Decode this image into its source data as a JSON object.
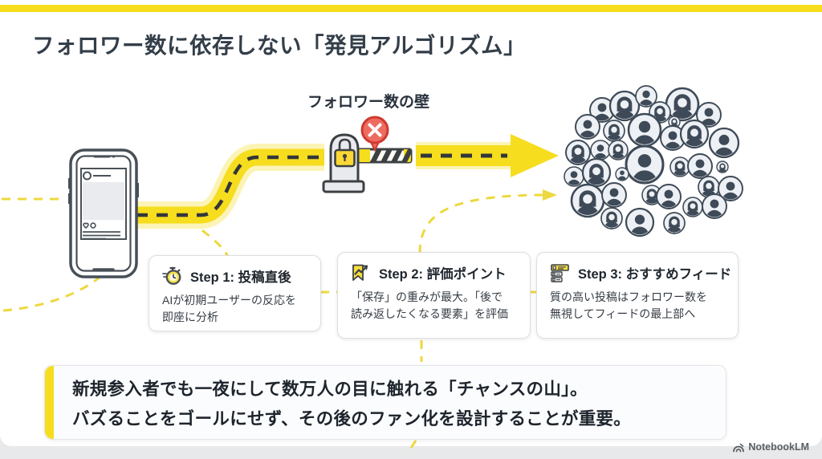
{
  "page": {
    "title": "フォロワー数に依存しない「発見アルゴリズム」",
    "accent_color": "#f6dd1e",
    "ink_color": "#333e49"
  },
  "diagram": {
    "wall_label": "フォロワー数の壁",
    "icons": {
      "phone": "smartphone-post-icon",
      "gate": "barrier-gate-icon",
      "lock": "padlock-icon",
      "blocked": "blocked-x-badge-icon",
      "road": "dashed-road-icon",
      "arrow": "big-arrow-icon",
      "crowd": "audience-crowd-icon"
    }
  },
  "steps": [
    {
      "icon": "stopwatch-icon",
      "title": "Step 1: 投稿直後",
      "body1": "AIが初期ユーザーの反応を",
      "body2": "即座に分析"
    },
    {
      "icon": "bookmark-trend-icon",
      "title": "Step 2: 評価ポイント",
      "body1": "「保存」の重みが最大。「後で",
      "body2": "読み返したくなる要素」を評価"
    },
    {
      "icon": "feed-list-icon",
      "title": "Step 3: おすすめフィード",
      "body1": "質の高い投稿はフォロワー数を",
      "body2": "無視してフィードの最上部へ"
    }
  ],
  "summary": {
    "line1": "新規参入者でも一夜にして数万人の目に触れる「チャンスの山」。",
    "line2": "バズることをゴールにせず、その後のファン化を設計することが重要。"
  },
  "footer": {
    "brand": "NotebookLM"
  }
}
